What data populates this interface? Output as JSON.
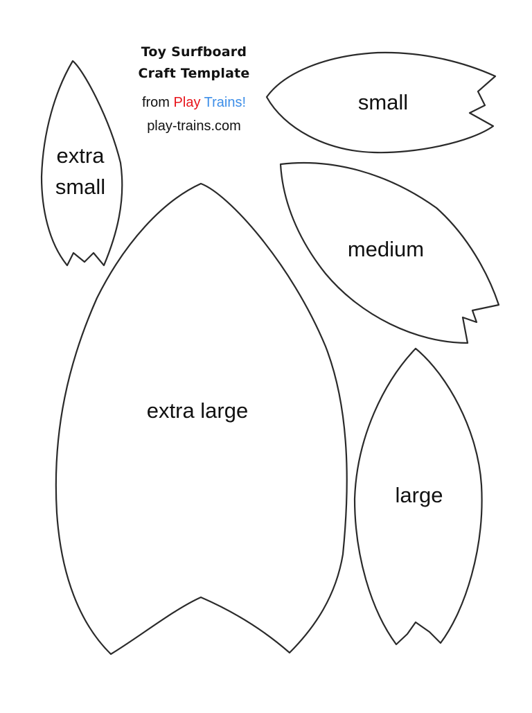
{
  "header": {
    "title_line1": "Toy Surfboard",
    "title_line2": "Craft Template",
    "from_text": "from",
    "brand_word1": "Play",
    "brand_word2": "Trains!",
    "website": "play-trains.com"
  },
  "colors": {
    "outline": "#2a2a2a",
    "text": "#111111",
    "brand_play": "#e8141b",
    "brand_trains": "#3d8ee8"
  },
  "shapes": {
    "extra_small": {
      "label_line1": "extra",
      "label_line2": "small"
    },
    "small": {
      "label": "small"
    },
    "medium": {
      "label": "medium"
    },
    "large": {
      "label": "large"
    },
    "extra_large": {
      "label": "extra large"
    }
  }
}
